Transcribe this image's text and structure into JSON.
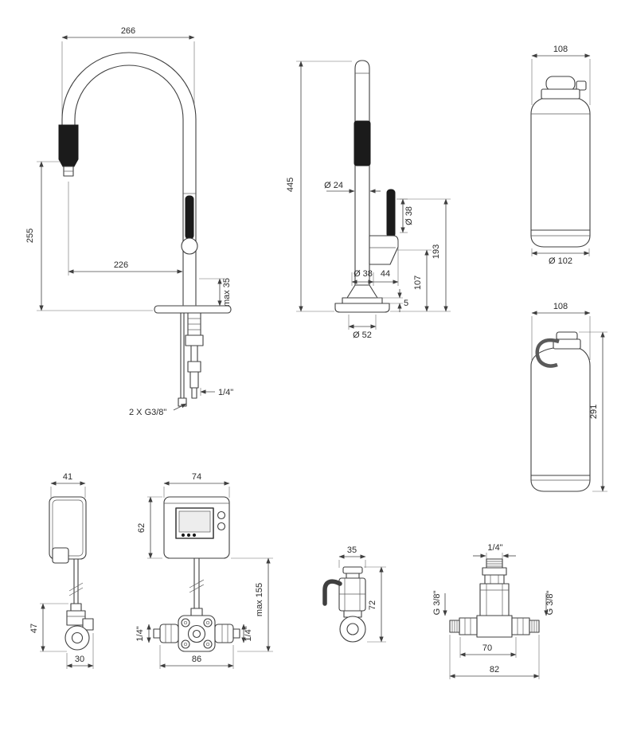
{
  "drawing": {
    "type": "technical dimensional drawing of kitchen faucet with filter system",
    "units": "mm",
    "line_color": "#3f3f3f",
    "background": "#ffffff"
  },
  "views": {
    "faucet_side": {
      "w266": "266",
      "h255": "255",
      "w226": "226",
      "max35": "max 35",
      "supply": "2 X G3/8\"",
      "hose": "1/4\""
    },
    "faucet_front": {
      "h445": "445",
      "d24": "Ø 24",
      "d38_handle": "Ø 38",
      "h193": "193",
      "h107": "107",
      "d38_body": "Ø 38",
      "w44": "44",
      "h5": "5",
      "d52": "Ø 52"
    },
    "filter_a": {
      "w108": "108",
      "d102": "Ø 102"
    },
    "filter_b": {
      "w108": "108",
      "h291": "291"
    },
    "box_side": {
      "w41": "41",
      "h47": "47",
      "w30": "30"
    },
    "control_front": {
      "w74": "74",
      "h62": "62",
      "max155": "max 155",
      "left14": "1/4\"",
      "right14": "1/4\"",
      "w86": "86"
    },
    "shutoff_valve": {
      "w35": "35",
      "h72": "72"
    },
    "tee": {
      "top14": "1/4\"",
      "leftG": "G 3/8\"",
      "rightG": "G 3/8\"",
      "w70": "70",
      "w82": "82"
    }
  }
}
